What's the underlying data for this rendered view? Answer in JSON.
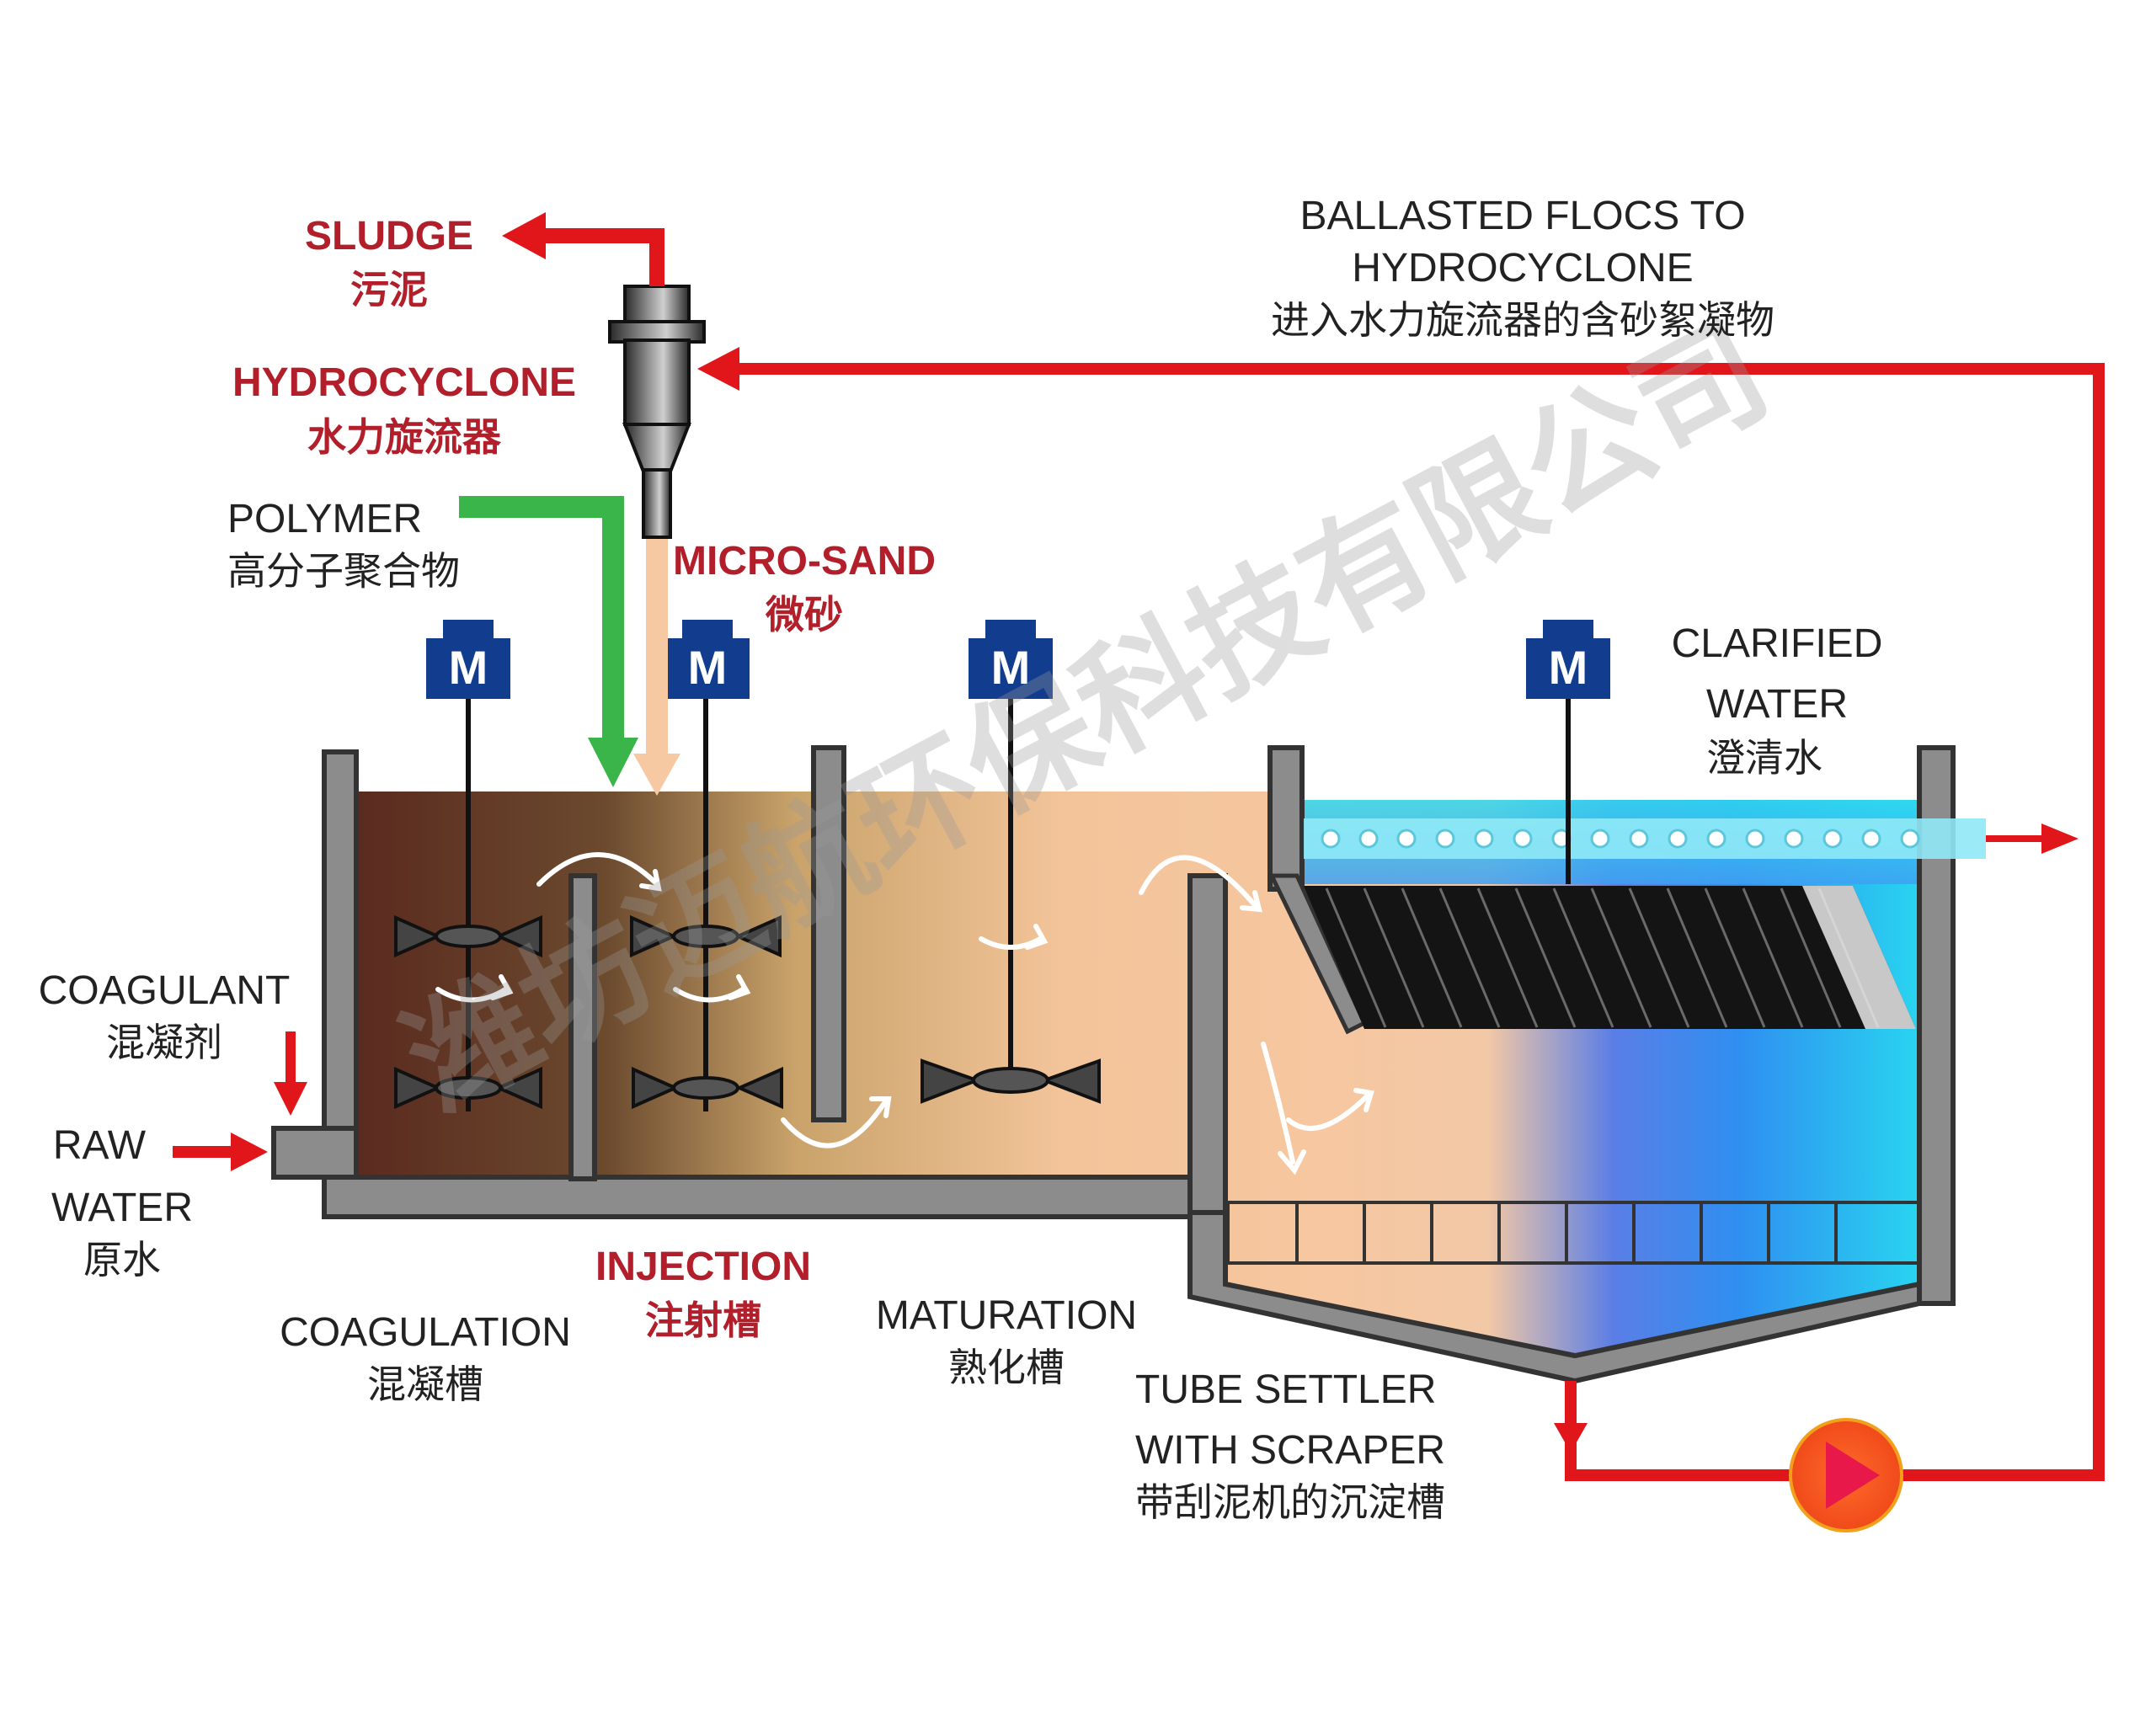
{
  "labels": {
    "sludge": "SLUDGE",
    "sludge_cn": "污泥",
    "hydrocyclone": "HYDROCYCLONE",
    "hydrocyclone_cn": "水力旋流器",
    "polymer": "POLYMER",
    "polymer_cn": "高分子聚合物",
    "microsand": "MICRO-SAND",
    "microsand_cn": "微砂",
    "ballasted_1": "BALLASTED FLOCS TO",
    "ballasted_2": "HYDROCYCLONE",
    "ballasted_cn": "进入水力旋流器的含砂絮凝物",
    "clarified_1": "CLARIFIED",
    "clarified_2": "WATER",
    "clarified_cn": "澄清水",
    "coagulant": "COAGULANT",
    "coagulant_cn": "混凝剂",
    "raw_1": "RAW",
    "raw_2": "WATER",
    "raw_cn": "原水",
    "injection": "INJECTION",
    "injection_cn": "注射槽",
    "coagulation": "COAGULATION",
    "coagulation_cn": "混凝槽",
    "maturation": "MATURATION",
    "maturation_cn": "熟化槽",
    "tube_1": "TUBE SETTLER",
    "tube_2": "WITH SCRAPER",
    "tube_cn": "带刮泥机的沉淀槽"
  },
  "motor_letter": "M",
  "watermark": "潍坊迈航环保科技有限公司",
  "colors": {
    "flow_red": "#e0161b",
    "polymer_green": "#3ab54a",
    "microsand_peach": "#f7c9a3",
    "motor_blue": "#123d8f",
    "wall_gray": "#8c8c8c",
    "clear_water": "#35d6ee",
    "label_red": "#b21e2a"
  }
}
